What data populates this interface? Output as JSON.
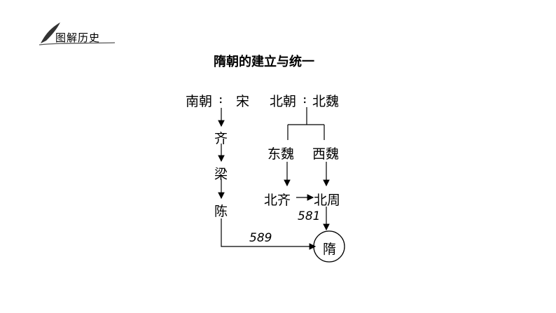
{
  "header": {
    "label": "图解历史"
  },
  "title": "隋朝的建立与统一",
  "southern": {
    "label": "南朝",
    "separator": ":",
    "states": [
      "宋",
      "齐",
      "梁",
      "陈"
    ]
  },
  "northern": {
    "label": "北朝",
    "separator": ":",
    "start": "北魏",
    "split": [
      "东魏",
      "西魏"
    ],
    "successors": [
      "北齐",
      "北周"
    ]
  },
  "years": {
    "north_unify": "581",
    "south_unify": "589"
  },
  "end": "隋"
}
